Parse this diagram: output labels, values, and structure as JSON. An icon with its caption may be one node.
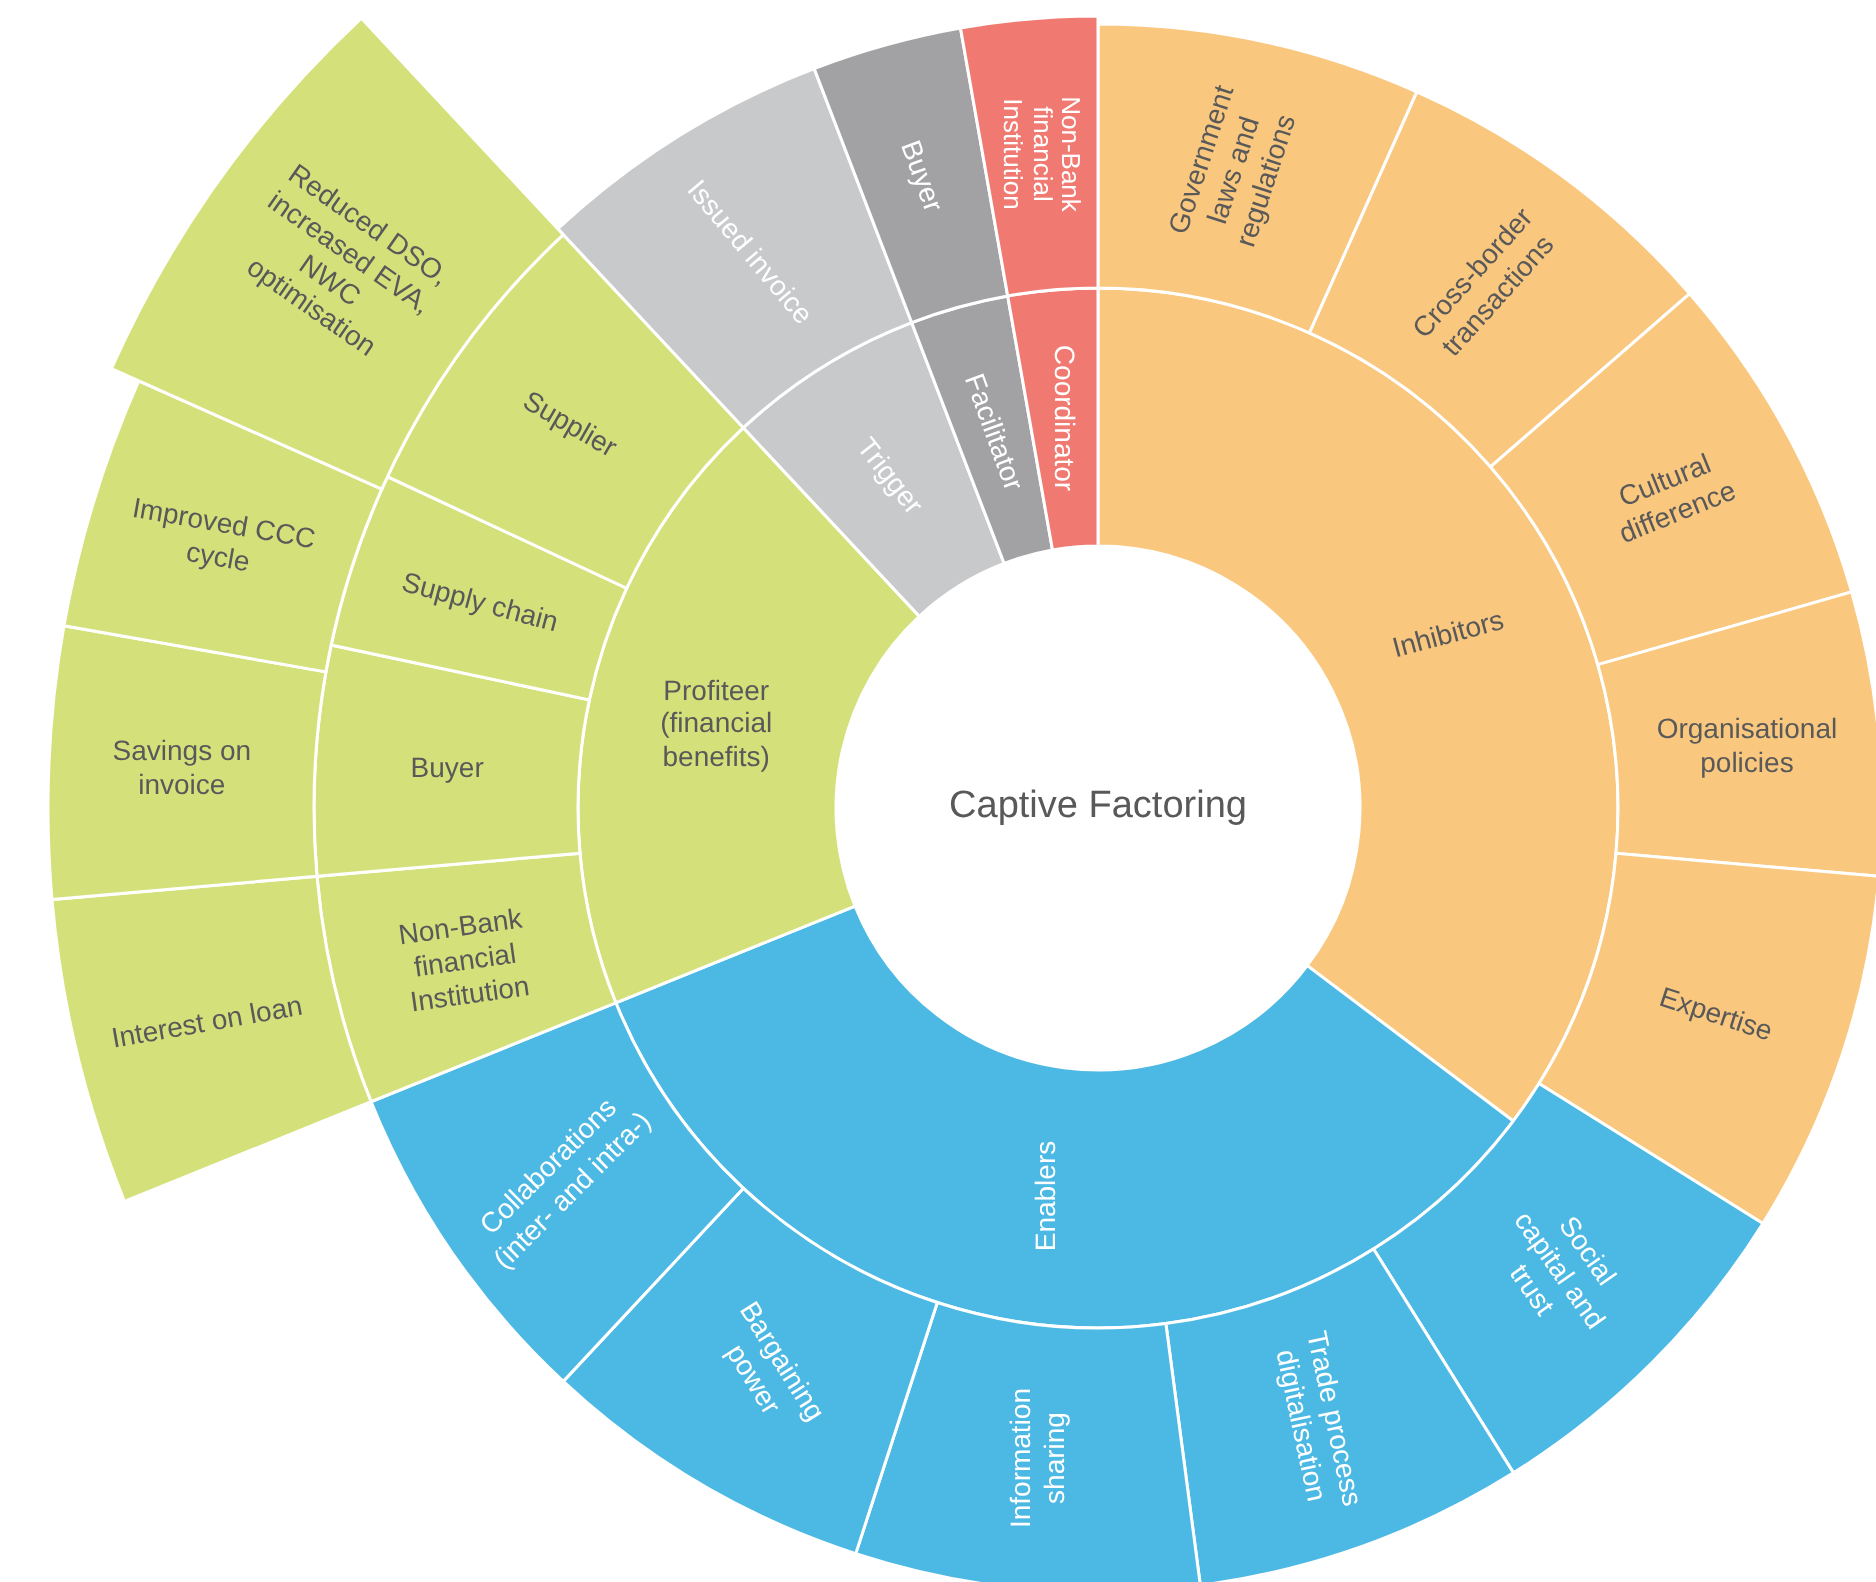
{
  "diagram": {
    "nodes": [
      {
        "text": [
          "Captive Factoring"
        ]
      },
      {
        "text": [
          "Inhibitors"
        ]
      },
      {
        "text": [
          "Enablers"
        ]
      },
      {
        "text": [
          "Profiteer (financial benefits)"
        ]
      },
      {
        "text": [
          "Trigger"
        ]
      },
      {
        "text": [
          "Facilitator"
        ]
      },
      {
        "text": [
          "Coordinator"
        ]
      },
      {
        "text": [
          "Government laws and regulations"
        ]
      },
      {
        "text": [
          "Cross-border transactions"
        ]
      },
      {
        "text": [
          "Cultural difference"
        ]
      },
      {
        "text": [
          "Organisational policies"
        ]
      },
      {
        "text": [
          "Expertise"
        ]
      },
      {
        "text": [
          "Social capital and trust"
        ]
      },
      {
        "text": [
          "Trade process digitalisation"
        ]
      },
      {
        "text": [
          "Information sharing"
        ]
      },
      {
        "text": [
          "Bargaining power"
        ]
      },
      {
        "text": [
          "Collaborations (inter- and intra-)"
        ]
      },
      {
        "text": [
          "Non-Bank financial Institution"
        ]
      },
      {
        "text": [
          "Buyer"
        ]
      },
      {
        "text": [
          "Supply chain"
        ]
      },
      {
        "text": [
          "Supplier"
        ]
      },
      {
        "text": [
          "Issued invoice"
        ]
      },
      {
        "text": [
          "Buyer"
        ]
      },
      {
        "text": [
          "Non-Bank financial Institution"
        ]
      },
      {
        "text": [
          "Interest on loan"
        ]
      },
      {
        "text": [
          "Savings on invoice"
        ]
      },
      {
        "text": [
          "Improved CCC cycle"
        ]
      },
      {
        "text": [
          "Reduced DSO, increased EVA, NWC optimisation"
        ]
      }
    ]
  }
}
